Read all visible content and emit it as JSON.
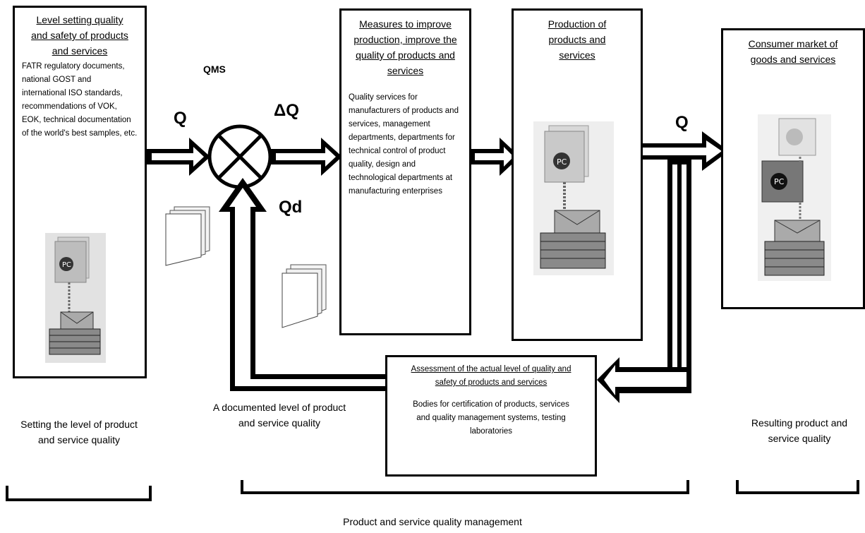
{
  "boxes": {
    "level_setting": {
      "title": "Level setting quality and safety of products and services",
      "body": "FATR regulatory documents, national GOST and international ISO standards, recommendations of VOK, EOK, technical documentation of the world's best samples, etc."
    },
    "measures": {
      "title": "Measures to improve production, improve the quality of products and services",
      "body": "Quality services for manufacturers of products and services, management departments, departments for technical control of product quality, design and technological departments at manufacturing enterprises"
    },
    "production": {
      "title": "Production of products and services"
    },
    "consumer": {
      "title": "Consumer market of goods and services"
    },
    "assessment": {
      "title": "Assessment of the actual level of quality and safety of products and services",
      "body": "Bodies for certification of products, services and quality management systems, testing laboratories"
    }
  },
  "symbols": {
    "qms": "QMS",
    "q_in": "Q",
    "delta_q": "ΔQ",
    "qd": "Qd",
    "q_out": "Q"
  },
  "labels": {
    "setting_level": "Setting the level of product and service quality",
    "documented_level": "A documented level of product and service quality",
    "resulting_quality": "Resulting product and service quality",
    "management": "Product and service quality management"
  },
  "stamp_mark": "PC"
}
